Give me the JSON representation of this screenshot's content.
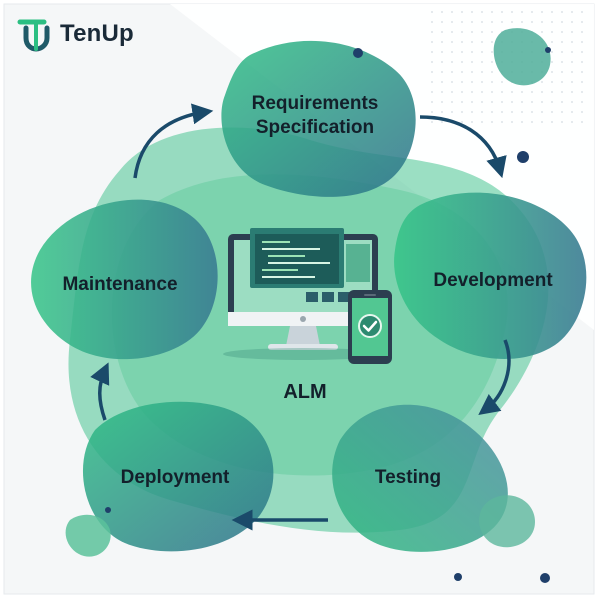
{
  "brand": {
    "name": "TenUp",
    "logo_icon": "tenup-logo-icon"
  },
  "diagram": {
    "center_label": "ALM",
    "center_icon": "computer-and-phone-icon",
    "stages": [
      {
        "label": "Requirements Specification"
      },
      {
        "label": "Development"
      },
      {
        "label": "Testing"
      },
      {
        "label": "Deployment"
      },
      {
        "label": "Maintenance"
      }
    ]
  },
  "colors": {
    "accent": "#2bbf82",
    "blob_dark": "#3a8a86",
    "arrow": "#1a4a6a",
    "text": "#13202b",
    "dot": "#1f3f6a"
  }
}
